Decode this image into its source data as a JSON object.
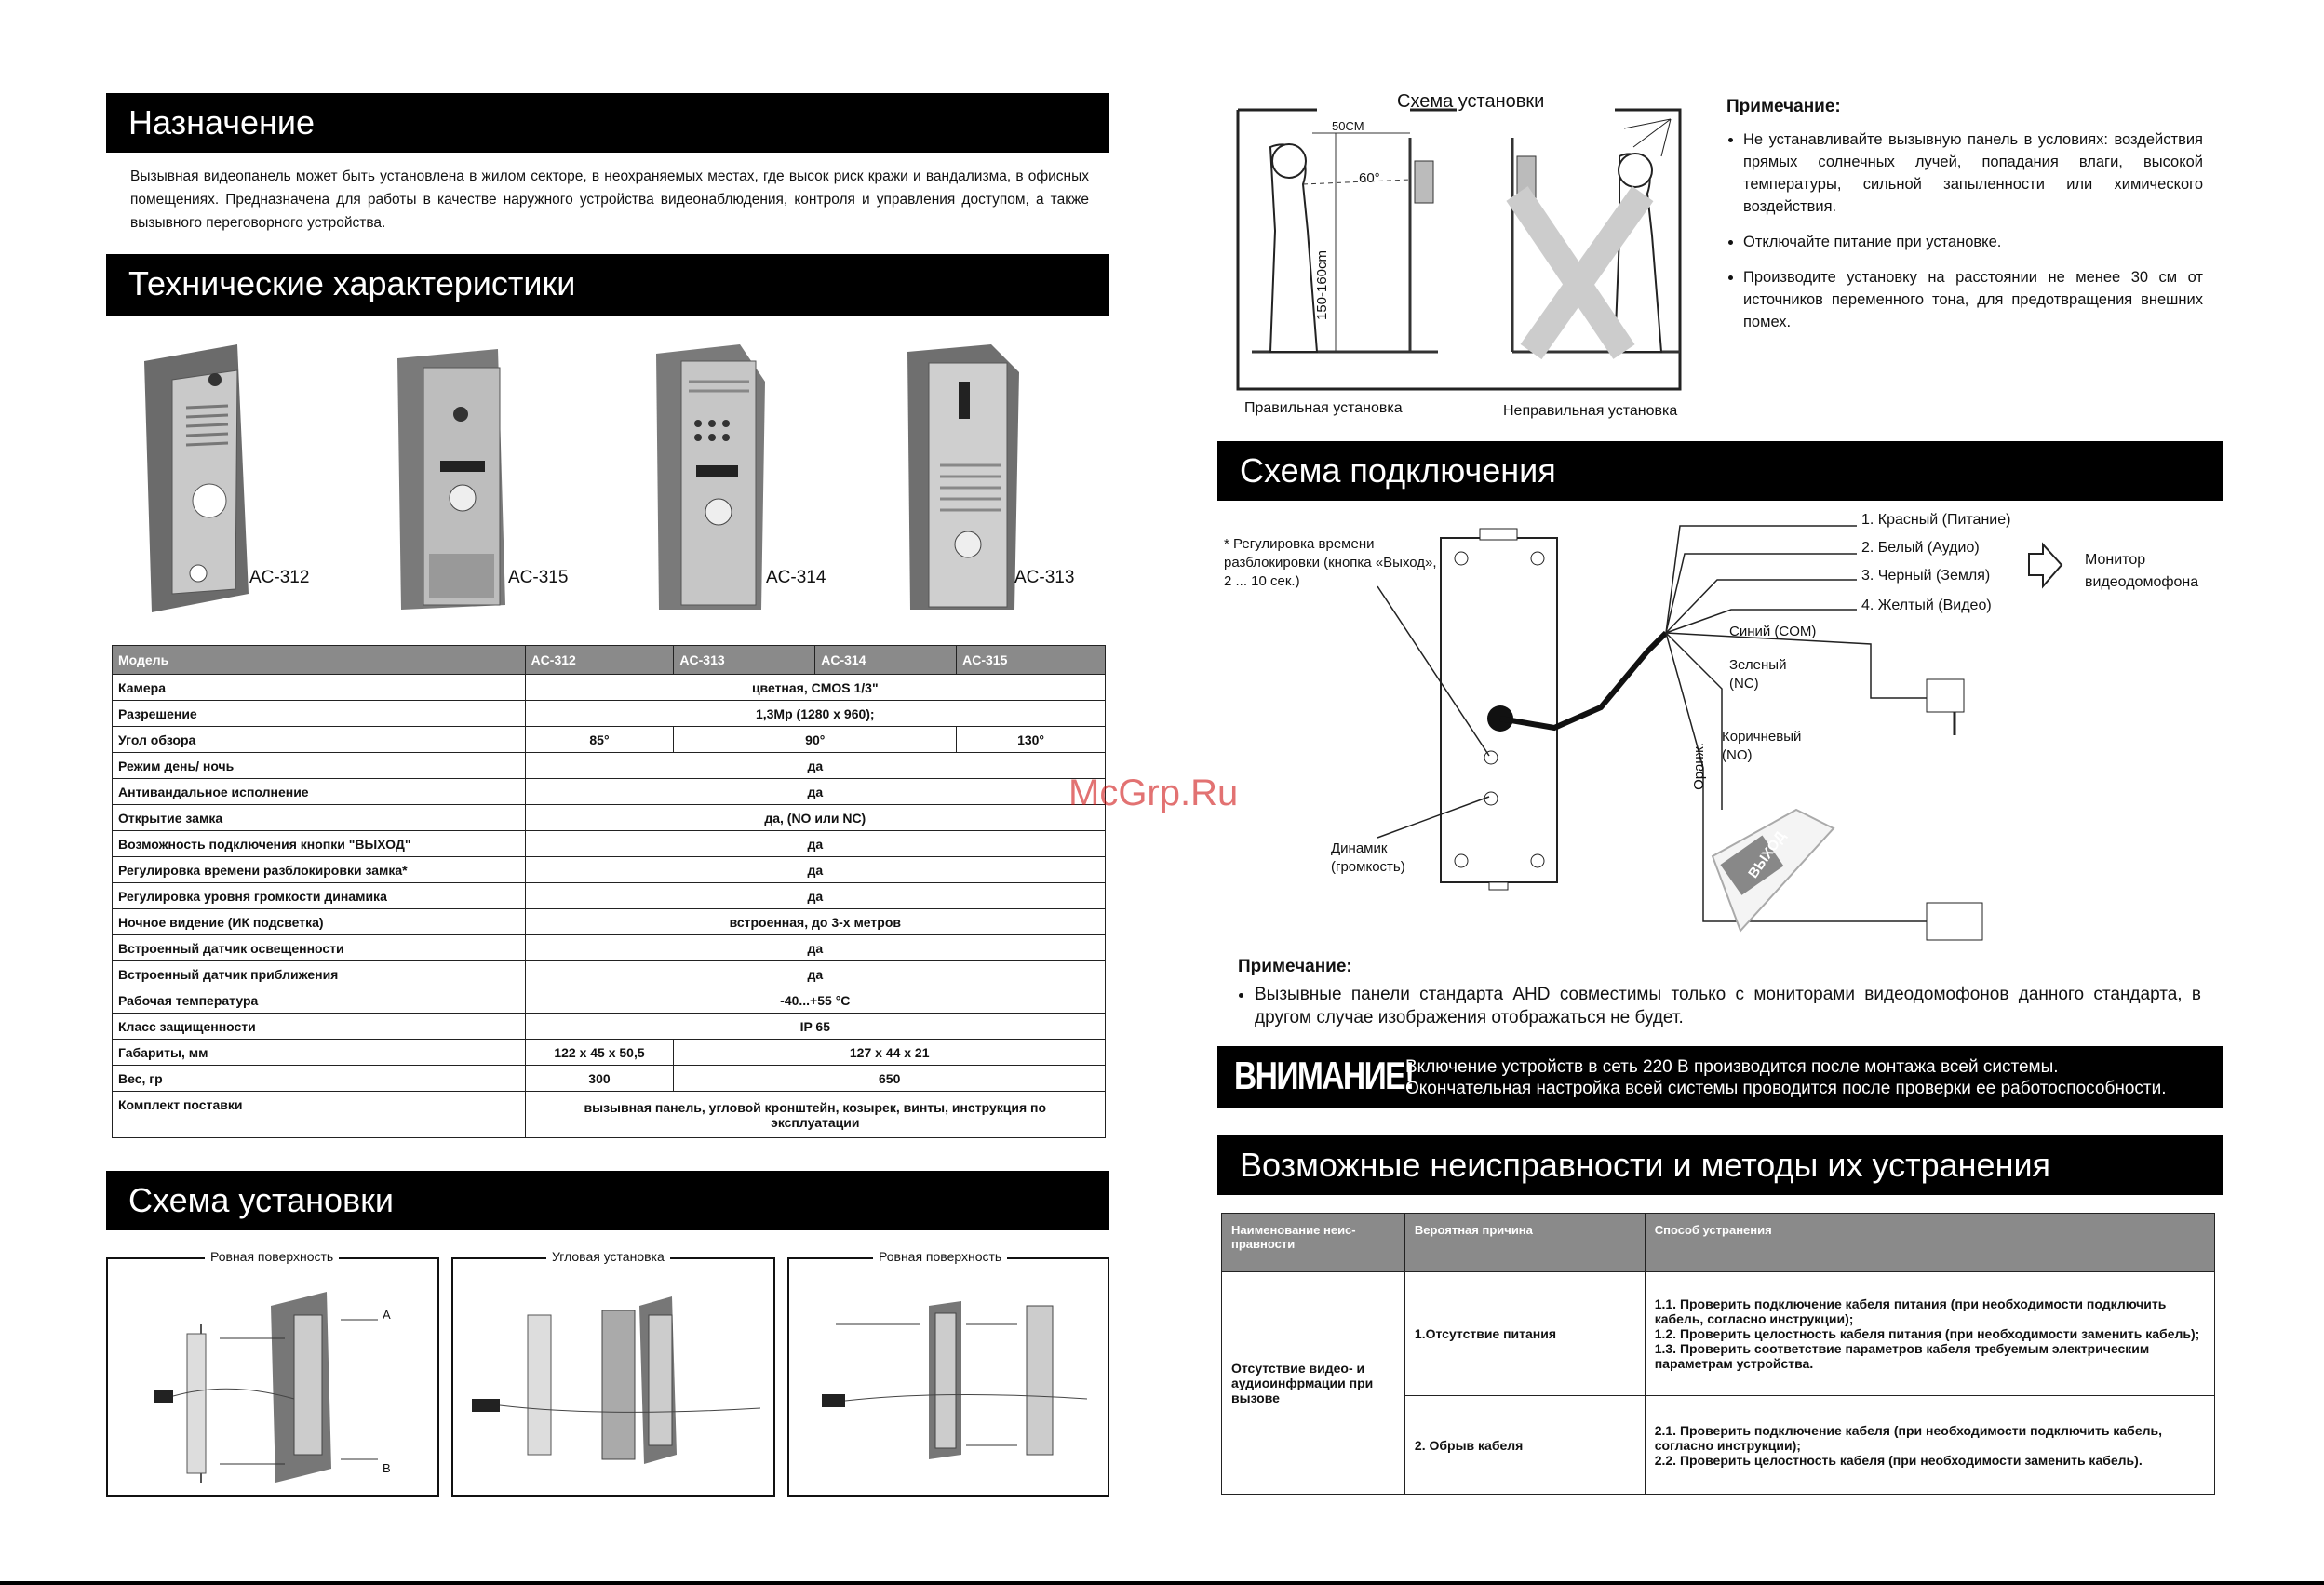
{
  "sections": {
    "purpose": "Назначение",
    "specs": "Технические характеристики",
    "install": "Схема установки",
    "connection": "Схема подключения",
    "troubles": "Возможные неисправности и методы их устранения"
  },
  "purpose_text": "Вызывная видеопанель может быть установлена в жилом секторе, в неохраняемых местах, где высок риск кражи и вандализма, в офисных помещениях. Предназначена для работы в качестве наружного устройства видеонаблюдения, контроля и управления доступом, а также вызывного переговорного устройства.",
  "models": [
    "AC-312",
    "AC-315",
    "AC-314",
    "AC-313"
  ],
  "spec_table": {
    "header": [
      "Модель",
      "AC-312",
      "AC-313",
      "AC-314",
      "AC-315"
    ],
    "rows": [
      [
        "Камера",
        "цветная, CMOS 1/3\""
      ],
      [
        "Разрешение",
        "1,3Mp (1280 х 960);"
      ],
      [
        "Угол обзора",
        "85°",
        "90°",
        "130°"
      ],
      [
        "Режим день/ ночь",
        "да"
      ],
      [
        "Антивандальное исполнение",
        "да"
      ],
      [
        "Открытие замка",
        "да, (NO или NC)"
      ],
      [
        "Возможность подключения кнопки \"ВЫХОД\"",
        "да"
      ],
      [
        "Регулировка времени разблокировки замка*",
        "да"
      ],
      [
        "Регулировка уровня громкости динамика",
        "да"
      ],
      [
        "Ночное видение (ИК подсветка)",
        "встроенная, до 3-х метров"
      ],
      [
        "Встроенный датчик освещенности",
        "да"
      ],
      [
        "Встроенный датчик приближения",
        "да"
      ],
      [
        "Рабочая температура",
        "-40...+55 °C"
      ],
      [
        "Класс защищенности",
        "IP 65"
      ],
      [
        "Габариты, мм",
        "122 х 45 х 50,5",
        "127 х 44 х 21"
      ],
      [
        "Вес, гр",
        "300",
        "650"
      ],
      [
        "Комплект поставки",
        "вызывная панель, угловой кронштейн, козырек, винты, инструкция по эксплуатации"
      ]
    ]
  },
  "install_boxes": [
    "Ровная поверхность",
    "Угловая установка",
    "Ровная поверхность"
  ],
  "install_labels": {
    "a": "A",
    "b": "B"
  },
  "scheme": {
    "title": "Схема установки",
    "dist": "50СМ",
    "angle": "60°",
    "height": "150-160cm",
    "correct": "Правильная установка",
    "wrong": "Неправильная установка"
  },
  "note1": {
    "title": "Примечание:",
    "items": [
      "Не устанавливайте вызывную панель в условиях: воздействия прямых солнечных лучей, попадания влаги, высокой температуры, сильной запыленности или химического воздействия.",
      "Отключайте питание при установке.",
      "Производите установку на расстоянии не менее 30 см от источников переменного тона, для предотвращения внешних помех."
    ]
  },
  "wiring": {
    "adjust_note": "* Регулировка времени разблокировки (кнопка «Выход», 2 ... 10 сек.)",
    "speaker": "Динамик (громкость)",
    "wires": [
      "1. Красный (Питание)",
      "2. Белый (Аудио)",
      "3. Черный (Земля)",
      "4. Желтый (Видео)"
    ],
    "monitor": "Монитор видеодомофона",
    "com": "Синий (COM)",
    "nc": "Зеленый (NC)",
    "no": "Коричневый (NO)",
    "orange": "Оранж.",
    "exit_btn": "ВЫХОД"
  },
  "note2": {
    "title": "Примечание:",
    "text": "Вызывные панели стандарта AHD совместимы только с мониторами видеодомофонов данного стандарта, в другом случае изображения отображаться не будет."
  },
  "warning": {
    "label": "ВНИМАНИЕ!",
    "line1": "Включение устройств в сеть 220 В производится после монтажа всей системы.",
    "line2": "Окончательная настройка всей системы проводится после проверки ее работоспособности."
  },
  "trouble_table": {
    "header": [
      "Наименование неис-правности",
      "Вероятная причина",
      "Способ устранения"
    ],
    "problem": "Отсутствие видео- и аудиоинфрмации при вызове",
    "causes": [
      {
        "cause": "1.Отсутствие питания",
        "fix": [
          "1.1. Проверить подключение кабеля питания (при необходимости подключить кабель, согласно инструкции);",
          "1.2. Проверить целостность кабеля питания (при необходимости заменить кабель);",
          "1.3. Проверить соответствие параметров кабеля требуемым электрическим параметрам устройства."
        ]
      },
      {
        "cause": "2. Обрыв кабеля",
        "fix": [
          "2.1. Проверить подключение кабеля (при необходимости подключить кабель, согласно инструкции);",
          "2.2. Проверить целостность кабеля (при необходимости заменить кабель)."
        ]
      }
    ]
  },
  "watermark": "McGrp.Ru",
  "colors": {
    "bar": "#000000",
    "table_header": "#8a8a8a",
    "watermark": "#cc0000"
  }
}
